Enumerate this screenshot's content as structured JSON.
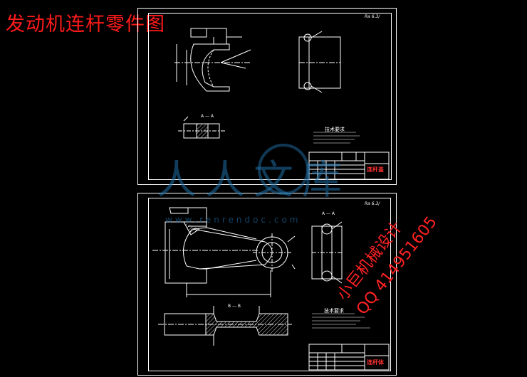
{
  "page_title": "发动机连杆零件图",
  "sheet1": {
    "corner_note": "Ra 6.3/",
    "section_label": "A — A",
    "notes_title": "技术要求",
    "title_block_name": "连杆盖"
  },
  "sheet2": {
    "corner_note": "Ra 6.3/",
    "section_label_1": "A — A",
    "section_label_2": "B — B",
    "notes_title": "技术要求",
    "title_block_name": "连杆体"
  },
  "watermark": {
    "text": "人人文库",
    "url": "www.renrendoc.com"
  },
  "stamp": {
    "line1": "小巨机械设计",
    "line2": "QQ 414951605"
  },
  "colors": {
    "title_red": "#ff1a1a",
    "stamp_red": "#ff2222",
    "line_white": "#ffffff",
    "watermark_blue": "#1f6fa8",
    "background": "#000000"
  }
}
